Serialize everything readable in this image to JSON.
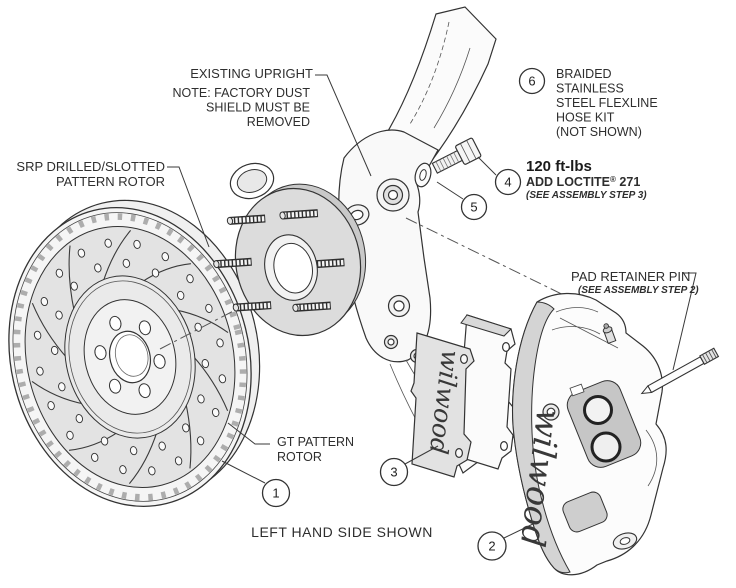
{
  "diagram": {
    "footer": "LEFT HAND SIDE SHOWN",
    "colors": {
      "line": "#333333",
      "loctite_red": "#e8130f",
      "rotor_face": "#e3e3e3",
      "hub_fill": "#dcdcdc",
      "caliper_band": "#d4d4d4",
      "background": "#ffffff"
    },
    "brand": {
      "caliper_logo": "wilwood",
      "pad_logo": "wilwood"
    },
    "labels": {
      "existing_upright": "EXISTING UPRIGHT",
      "upright_note": {
        "l1": "NOTE: FACTORY DUST",
        "l2": "SHIELD MUST BE",
        "l3": "REMOVED"
      },
      "srp_rotor": {
        "l1": "SRP DRILLED/SLOTTED",
        "l2": "PATTERN ROTOR"
      },
      "gt_rotor": {
        "l1": "GT PATTERN",
        "l2": "ROTOR"
      },
      "pad_retainer_pin": {
        "l1": "PAD RETAINER PIN",
        "l2": "(SEE ASSEMBLY STEP 2)"
      },
      "torque": {
        "value": "120 ft-lbs",
        "loctite": "ADD LOCTITE",
        "reg": "®",
        "num": " 271",
        "step": "(SEE ASSEMBLY STEP 3)"
      },
      "hose_kit": {
        "l1": "BRAIDED",
        "l2": "STAINLESS",
        "l3": "STEEL FLEXLINE",
        "l4": "HOSE KIT",
        "l5": "(NOT SHOWN)"
      }
    },
    "callouts": {
      "c1": "1",
      "c2": "2",
      "c3": "3",
      "c4": "4",
      "c5": "5",
      "c6": "6"
    }
  }
}
